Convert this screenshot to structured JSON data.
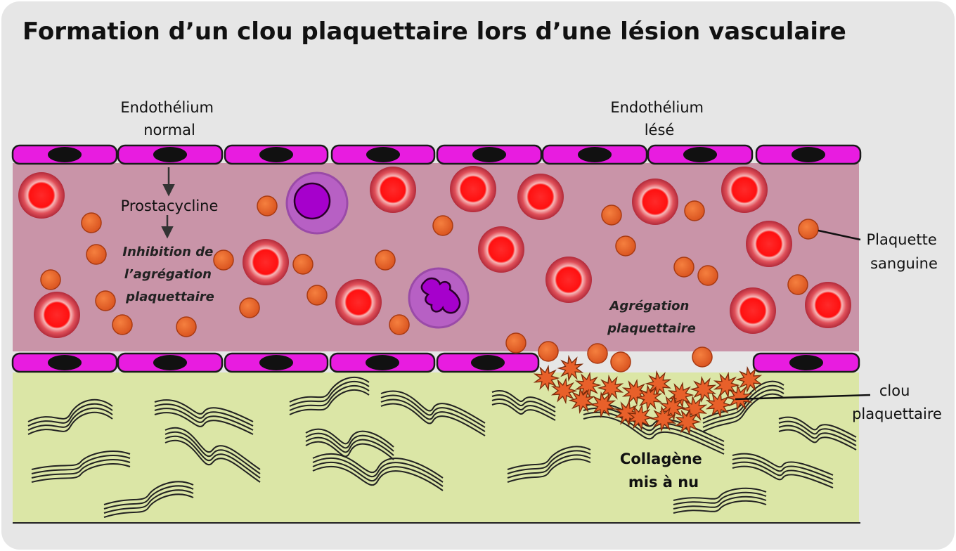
{
  "title": "Formation d’un clou plaquettaire lors d’une lésion vasculaire",
  "labels": {
    "endo_normal": [
      "Endothélium",
      "normal"
    ],
    "endo_lese": [
      "Endothélium",
      "lésé"
    ],
    "prostacycline": "Prostacycline",
    "inhibition": [
      "Inhibition de",
      "l’agrégation",
      "plaquettaire"
    ],
    "agregation": [
      "Agrégation",
      "plaquettaire"
    ],
    "plaquette": [
      "Plaquette",
      "sanguine"
    ],
    "clou": [
      "clou",
      "plaquettaire"
    ],
    "collagene": [
      "Collagène",
      "mis à nu"
    ]
  },
  "colors": {
    "background": "#e6e6e6",
    "lumen": "#c994a8",
    "tissue": "#dbe6a6",
    "endothelium": "#e81ce0",
    "nucleus": "#111111",
    "red_blood_cell": "#ff1a1a",
    "platelet": "#e8602a",
    "white_cell": "#b760c4",
    "nucleus_purple": "#a600cc",
    "collagen_fiber": "#222222"
  },
  "icons": {
    "red_blood_cell": "red-blood-cell-icon",
    "platelet": "platelet-icon",
    "activated_platelet": "activated-platelet-star-icon",
    "white_blood_cell": "white-blood-cell-icon",
    "endothelial_cell": "endothelial-cell-icon",
    "collagen_fiber": "collagen-fiber-icon"
  }
}
